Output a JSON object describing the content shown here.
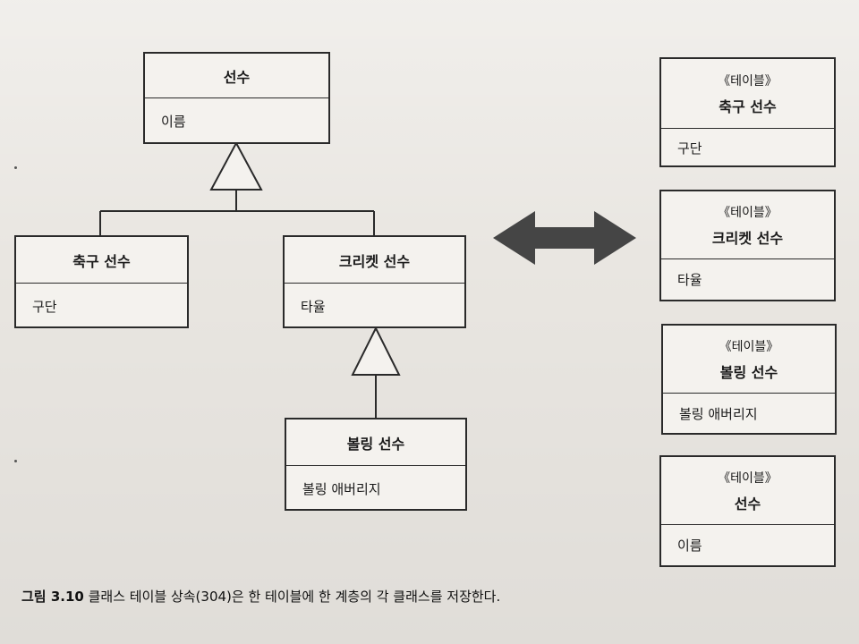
{
  "class_diagram": {
    "superclass": {
      "name": "선수",
      "attribute": "이름"
    },
    "football": {
      "name": "축구 선수",
      "attribute": "구단"
    },
    "cricket": {
      "name": "크리켓 선수",
      "attribute": "타율"
    },
    "bowling": {
      "name": "볼링 선수",
      "attribute": "볼링 애버리지"
    }
  },
  "tables": [
    {
      "stereotype": "《테이블》",
      "name": "축구 선수",
      "column": "구단"
    },
    {
      "stereotype": "《테이블》",
      "name": "크리켓 선수",
      "column": "타율"
    },
    {
      "stereotype": "《테이블》",
      "name": "볼링 선수",
      "column": "볼링 애버리지"
    },
    {
      "stereotype": "《테이블》",
      "name": "선수",
      "column": "이름"
    }
  ],
  "caption": {
    "number": "그림 3.10",
    "text": "클래스 테이블 상속(304)은 한 테이블에 한 계층의 각 클래스를 저장한다."
  },
  "colors": {
    "background": "#e9e6e1",
    "line": "#2a2a2a",
    "arrow": "#454545"
  }
}
